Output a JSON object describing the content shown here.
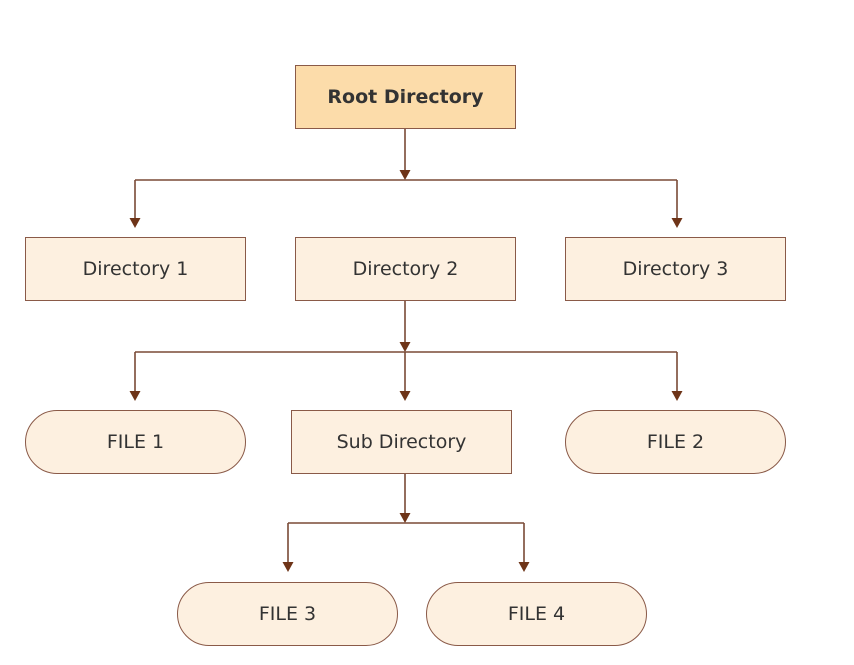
{
  "diagram": {
    "nodes": {
      "root": "Root Directory",
      "dir1": "Directory 1",
      "dir2": "Directory 2",
      "dir3": "Directory 3",
      "file1": "FILE 1",
      "subdir": "Sub Directory",
      "file2": "FILE 2",
      "file3": "FILE 3",
      "file4": "FILE 4"
    },
    "edges": [
      {
        "from": "root",
        "to": "dir1"
      },
      {
        "from": "root",
        "to": "dir3"
      },
      {
        "from": "dir2",
        "to": "file1"
      },
      {
        "from": "dir2",
        "to": "subdir"
      },
      {
        "from": "dir2",
        "to": "file2"
      },
      {
        "from": "subdir",
        "to": "file3"
      },
      {
        "from": "subdir",
        "to": "file4"
      }
    ],
    "colors": {
      "root_fill": "#fcdcaa",
      "node_fill": "#fdf0e0",
      "border": "#8a5a48",
      "connector": "#7a4a36",
      "arrowhead": "#6e3418",
      "text": "#333333"
    }
  }
}
